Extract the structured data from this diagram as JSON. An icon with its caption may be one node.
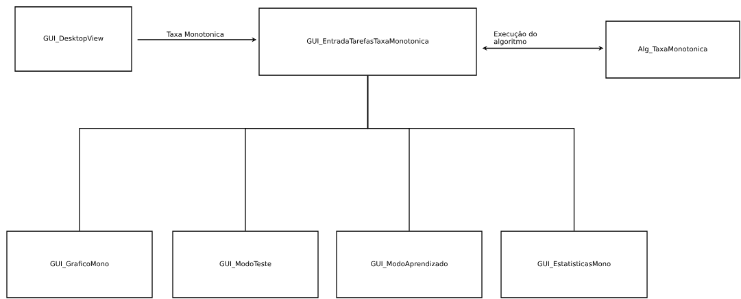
{
  "diagram": {
    "nodes": [
      {
        "text": [
          "GUI_DesktopView"
        ]
      },
      {
        "text": [
          "GUI_EntradaTarefasTaxaMonotonica"
        ]
      },
      {
        "text": [
          "Alg_TaxaMonotonica"
        ]
      },
      {
        "text": [
          "GUI_GraficoMono"
        ]
      },
      {
        "text": [
          "GUI_ModoTeste"
        ]
      },
      {
        "text": [
          "GUI_ModoAprendizado"
        ]
      },
      {
        "text": [
          "GUI_EstatisticasMono"
        ]
      }
    ],
    "edges": [
      {
        "from": 0,
        "to": 1,
        "arrow": "to",
        "label": "Taxa Monotonica"
      },
      {
        "from": 1,
        "to": 2,
        "arrow": "both",
        "label": "Execução do algoritmo"
      },
      {
        "from": 1,
        "to": 3,
        "arrow": "none"
      },
      {
        "from": 1,
        "to": 4,
        "arrow": "none"
      },
      {
        "from": 1,
        "to": 5,
        "arrow": "none"
      },
      {
        "from": 1,
        "to": 6,
        "arrow": "none"
      }
    ]
  }
}
